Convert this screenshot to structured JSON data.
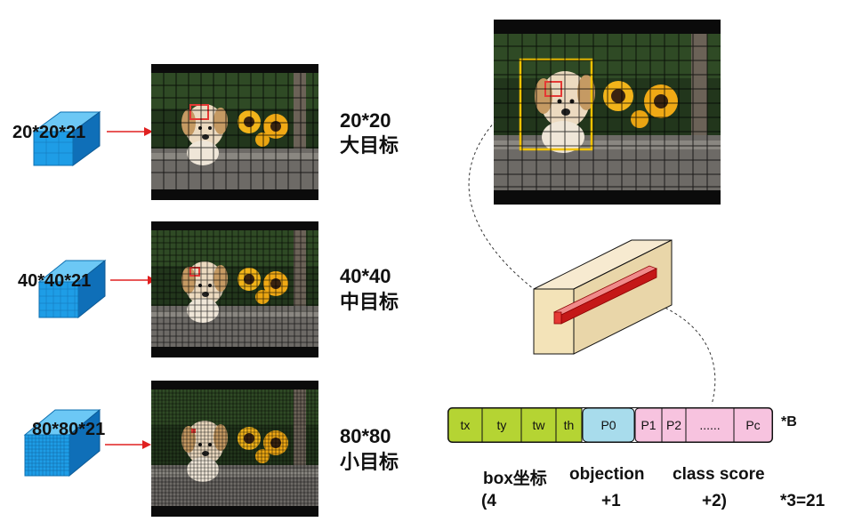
{
  "scales": [
    {
      "tensor": "20*20*21",
      "size": "20*20",
      "target": "大目标"
    },
    {
      "tensor": "40*40*21",
      "size": "40*40",
      "target": "中目标"
    },
    {
      "tensor": "80*80*21",
      "size": "80*80",
      "target": "小目标"
    }
  ],
  "vector": {
    "cells": [
      "tx",
      "ty",
      "tw",
      "th",
      "P0",
      "P1",
      "P2",
      "......",
      "Pc"
    ],
    "suffix": "*B",
    "colors": {
      "box": "#b5d433",
      "objection": "#a8dcec",
      "class": "#f7c3df"
    }
  },
  "bottom": {
    "box_label": "box坐标",
    "objection_label": "objection",
    "class_label": "class score",
    "box_count": "(4",
    "objection_count": "+1",
    "class_count": "+2)",
    "total": "*3=21"
  },
  "colors": {
    "tensor_blue": "#1e9de6",
    "arrow_red": "#e02020",
    "cell_red": "#e53935",
    "anchor_box": "#f2c200",
    "cube_fill": "#f3e3b8"
  }
}
